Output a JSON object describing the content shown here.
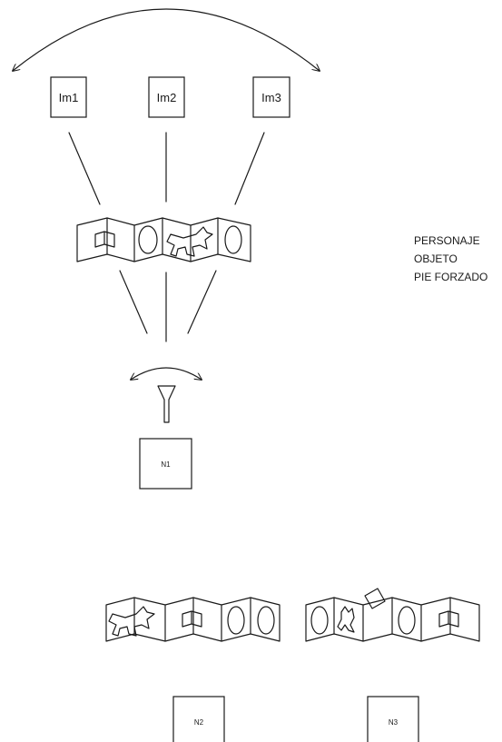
{
  "top_images": [
    "Im1",
    "Im2",
    "Im3"
  ],
  "nodes": [
    "N1",
    "N2",
    "N3"
  ],
  "legend": [
    "PERSONAJE",
    "OBJETO",
    "PIE FORZADO"
  ]
}
